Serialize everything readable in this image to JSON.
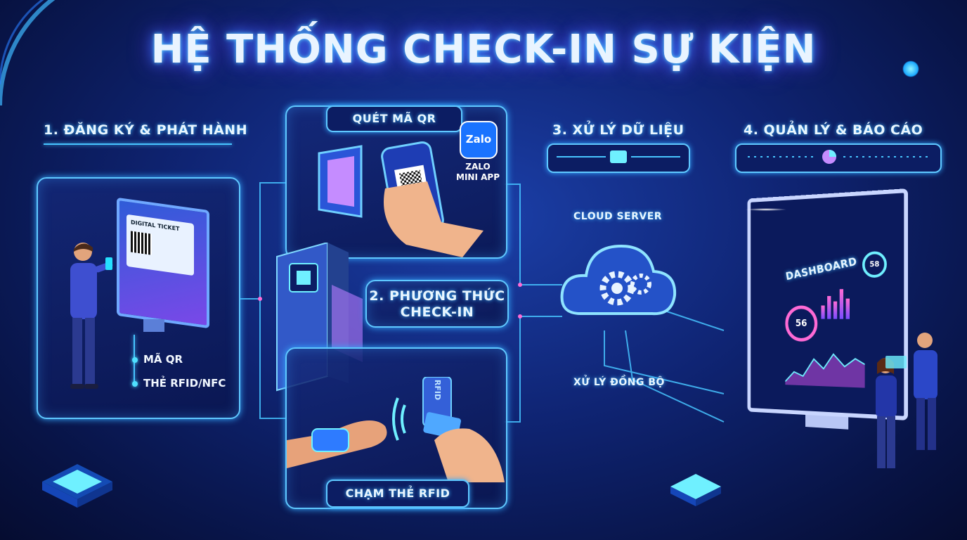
{
  "title": "HỆ THỐNG CHECK-IN SỰ KIỆN",
  "step1": {
    "heading": "1. ĐĂNG KÝ & PHÁT HÀNH",
    "ticket_text": "DIGITAL TICKET",
    "options": [
      "MÃ QR",
      "THẺ RFID/NFC"
    ]
  },
  "step2": {
    "heading_line1": "2. PHƯƠNG THỨC",
    "heading_line2": "CHECK-IN",
    "qr_tab": "QUÉT MÃ QR",
    "zalo_logo": "Zalo",
    "zalo_label_line1": "ZALO",
    "zalo_label_line2": "MINI APP",
    "rfid_tab": "CHẠM THẺ RFID",
    "rfid_card_text": "RFID"
  },
  "step3": {
    "heading": "3. XỬ LÝ DỮ LIỆU",
    "cloud_label": "CLOUD SERVER",
    "sync_label": "XỬ LÝ ĐỒNG BỘ"
  },
  "step4": {
    "heading": "4. QUẢN LÝ & BÁO CÁO",
    "dashboard_title": "DASHBOARD",
    "stat_value": "56",
    "stat_value2": "58"
  },
  "colors": {
    "accent": "#47c4ff",
    "title_glow": "#5fd6ff",
    "magenta": "#ff6ad5"
  }
}
